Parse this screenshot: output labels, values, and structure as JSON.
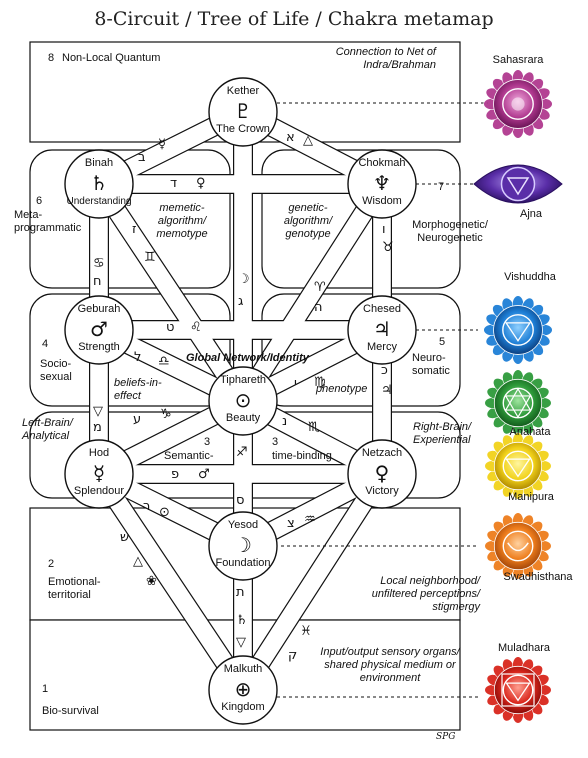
{
  "title": "8-Circuit / Tree of Life / Chakra metamap",
  "signature": "SPG",
  "circuits": [
    {
      "num": "8",
      "label": "Non-Local Quantum",
      "note": "Connection to Net of Indra/Brahman"
    },
    {
      "num": "7",
      "label": "Morphogenetic/ Neurogenetic"
    },
    {
      "num": "6",
      "label": "Meta-programmatic"
    },
    {
      "num": "5",
      "label": "Neuro-somatic"
    },
    {
      "num": "4",
      "label": "Socio-sexual"
    },
    {
      "num": "3",
      "label_left": "Semantic-",
      "label_right": "time-binding"
    },
    {
      "num": "2",
      "label": "Emotional-territorial",
      "note": "Local neighborhood/ unfiltered perceptions/ stigmergy"
    },
    {
      "num": "1",
      "label": "Bio-survival",
      "note": "Input/output sensory organs/ shared physical medium or environment"
    }
  ],
  "sephirot": [
    {
      "id": "kether",
      "name": "Kether",
      "sub": "The Crown",
      "glyph": "♇"
    },
    {
      "id": "binah",
      "name": "Binah",
      "sub": "Understanding",
      "glyph": "♄"
    },
    {
      "id": "chokmah",
      "name": "Chokmah",
      "sub": "Wisdom",
      "glyph": "♆"
    },
    {
      "id": "geburah",
      "name": "Geburah",
      "sub": "Strength",
      "glyph": "♂"
    },
    {
      "id": "chesed",
      "name": "Chesed",
      "sub": "Mercy",
      "glyph": "♃"
    },
    {
      "id": "tiphareth",
      "name": "Tiphareth",
      "sub": "Beauty",
      "glyph": "⊙"
    },
    {
      "id": "hod",
      "name": "Hod",
      "sub": "Splendour",
      "glyph": "☿"
    },
    {
      "id": "netzach",
      "name": "Netzach",
      "sub": "Victory",
      "glyph": "♀"
    },
    {
      "id": "yesod",
      "name": "Yesod",
      "sub": "Foundation",
      "glyph": "☽"
    },
    {
      "id": "malkuth",
      "name": "Malkuth",
      "sub": "Kingdom",
      "glyph": "⊕"
    }
  ],
  "annotations": {
    "memetic": "memetic-algorithm/ memotype",
    "genetic": "genetic-algorithm/ genotype",
    "global": "Global Network/Identity",
    "beliefs": "beliefs-in-effect",
    "phenotype": "phenotype",
    "left_brain": "Left-Brain/ Analytical",
    "right_brain": "Right-Brain/ Experiential"
  },
  "chakras": [
    {
      "name": "Sahasrara",
      "color": "#b0398f"
    },
    {
      "name": "Ajna",
      "color": "#5a2ea8"
    },
    {
      "name": "Vishuddha",
      "color": "#1e7fd6"
    },
    {
      "name": "Anahata",
      "color": "#2e9a3a"
    },
    {
      "name": "Manipura",
      "color": "#f2d21a"
    },
    {
      "name": "Swadhisthana",
      "color": "#ee7d1c"
    },
    {
      "name": "Muladhara",
      "color": "#d9261c"
    }
  ],
  "paths": {
    "kether_binah": "ב",
    "kether_binah_sym": "☿",
    "kether_chokmah": "א",
    "kether_chokmah_sym": "△",
    "binah_chokmah": "ד",
    "binah_chokmah_sym": "♀",
    "binah_left": "♋",
    "binah_left_h": "ח",
    "binah_tiph": "ז",
    "binah_tiph_sym": "♊",
    "kether_tiph": "☽",
    "kether_tiph_h": "ג",
    "chokmah_tiph": "♈",
    "chokmah_tiph_h": "ה",
    "chokmah_right": "ו",
    "chokmah_right_sym": "♉",
    "geburah_chesed": "ט",
    "geburah_chesed_sym": "♌",
    "geburah_tiph": "ל",
    "geburah_tiph_sym": "♎",
    "chesed_tiph": "י",
    "chesed_tiph_sym": "♍",
    "chesed_right": "כ",
    "chesed_right_sym": "♃",
    "geburah_left": "▽",
    "geburah_left_h": "מ",
    "hod_tiph": "ע",
    "hod_tiph_sym": "♑",
    "netzach_tiph": "נ",
    "netzach_tiph_sym": "♏",
    "tiph_yesod": "♐",
    "tiph_yesod_h": "ס",
    "hod_netzach": "פ",
    "hod_netzach_sym": "♂",
    "hod_yesod": "ר",
    "hod_yesod_sym": "⊙",
    "netzach_yesod": "צ",
    "netzach_yesod_sym": "♒",
    "hod_malkuth": "ש",
    "hod_malkuth_sym": "△",
    "hod_malkuth_sym2": "❀",
    "yesod_malkuth": "ת",
    "yesod_malkuth_sym": "♄",
    "yesod_malkuth_sym2": "▽",
    "netzach_malkuth": "♓",
    "netzach_malkuth_h": "ק"
  }
}
